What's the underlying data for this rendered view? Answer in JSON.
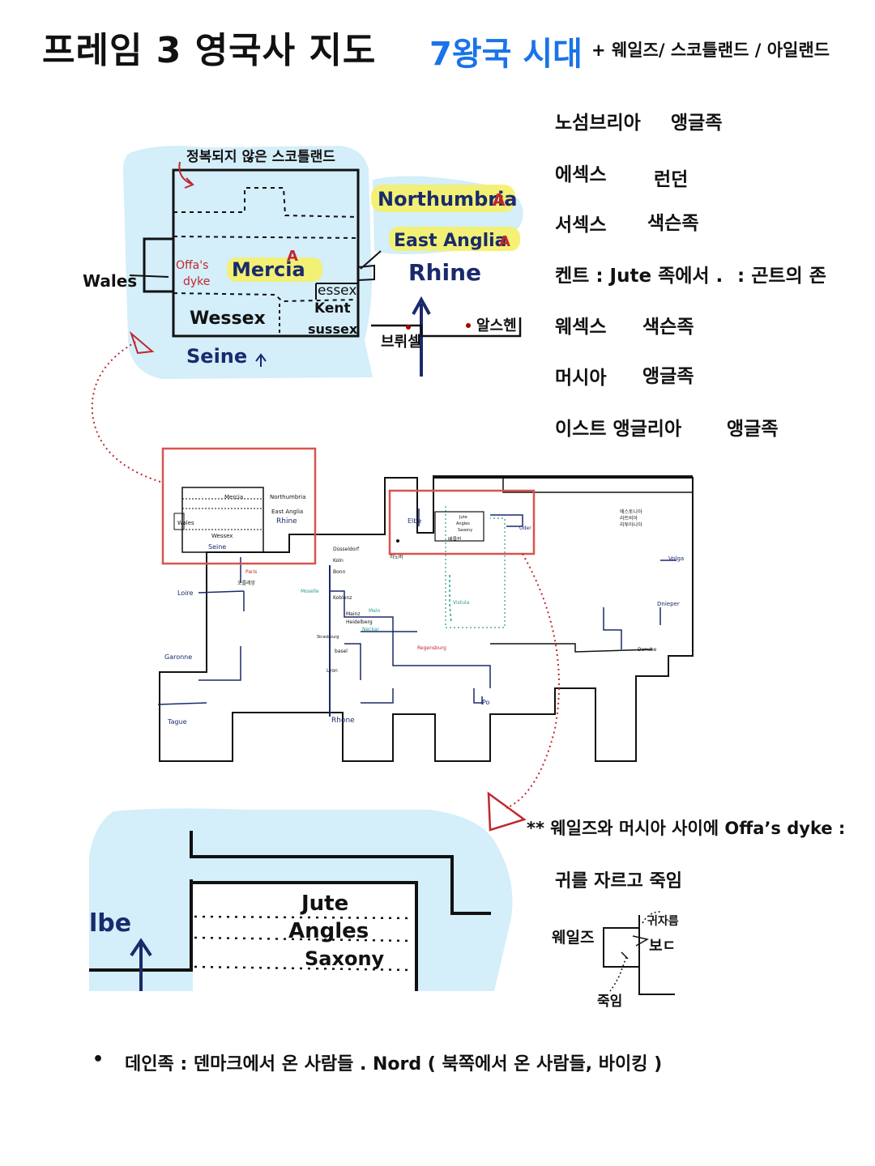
{
  "header": {
    "title": "프레임 3 영국사 지도",
    "era": "7왕국 시대",
    "era_sub": "+ 웨일즈/ 스코틀랜드 / 아일랜드"
  },
  "kingdoms": [
    {
      "name": "노섬브리아",
      "info": "앵글족"
    },
    {
      "name": "에섹스",
      "info": "런던"
    },
    {
      "name": "서섹스",
      "info": "색슨족"
    },
    {
      "name": "켄트 : Jute 족에서 .",
      "info": ": 곤트의 존"
    },
    {
      "name": "웨섹스",
      "info": "색슨족"
    },
    {
      "name": "머시아",
      "info": "앵글족"
    },
    {
      "name": "이스트 앵글리아",
      "info": "앵글족"
    }
  ],
  "britain_map": {
    "scotland_note": "정복되지 않은 스코틀랜드",
    "northumbria": "Northumbria",
    "east_anglia": "East Anglia",
    "mercia": "Mercia",
    "offas_dyke": "Offa's",
    "offas_dyke2": "dyke",
    "wales": "Wales",
    "wessex": "Wessex",
    "essex": "essex",
    "kent": "Kent",
    "sussex": "sussex",
    "seine": "Seine",
    "rhine": "Rhine",
    "brussels": "브뤼셀",
    "aachen": "알스헨",
    "angle_mark": "A"
  },
  "europe_map": {
    "wales": "Wales",
    "seine": "Seine",
    "loire": "Loire",
    "garonne": "Garonne",
    "tague": "Tague",
    "rhone": "Rhone",
    "po": "Po",
    "elbe": "Elbe",
    "oder": "Oder",
    "volga": "Volga",
    "dnieper": "Dnieper",
    "danube": "Danube",
    "moselle": "Moselle",
    "main": "Main",
    "neckar": "Neckar",
    "vistula": "Vistula",
    "baltic": "에스토니아",
    "baltic2": "라트비아",
    "baltic3": "리투아니아",
    "dusseldorf": "Düsseldorf",
    "koln": "Koln",
    "bonn": "Bonn",
    "koblenz": "Koblenz",
    "mainz": "Mainz",
    "heidelberg": "Heidelberg",
    "strasbourg": "Strasbourg",
    "basel": "basel",
    "lyon": "Lyon",
    "regensburg": "Regensburg",
    "paris": "Paris",
    "orleans": "오를레앙",
    "hannover": "하노버",
    "berlin": "베를린",
    "jute": "Jute",
    "angles": "Angles",
    "saxony": "Saxony"
  },
  "zoom_map": {
    "elbe": "lbe",
    "jute": "Jute",
    "angles": "Angles",
    "saxony": "Saxony"
  },
  "offa_note": {
    "line1": "** 웨일즈와 머시아 사이에 Offa’s dyke :",
    "line2": "귀를 자르고 죽임",
    "wales": "웨일즈",
    "ear": "귀자름",
    "back": "보ㄷ",
    "kill": "죽임"
  },
  "bullet": {
    "symbol": "•",
    "text": "데인족 : 덴마크에서 온 사람들 . Nord ( 북쪽에서 온 사람들, 바이킹 )"
  },
  "colors": {
    "accent_blue": "#1a73e8",
    "water": "#d4eefa",
    "highlight": "#f5f066",
    "red_frame": "#d9534f",
    "red_arrow": "#c0272d",
    "navy_ink": "#1a2a6c"
  }
}
